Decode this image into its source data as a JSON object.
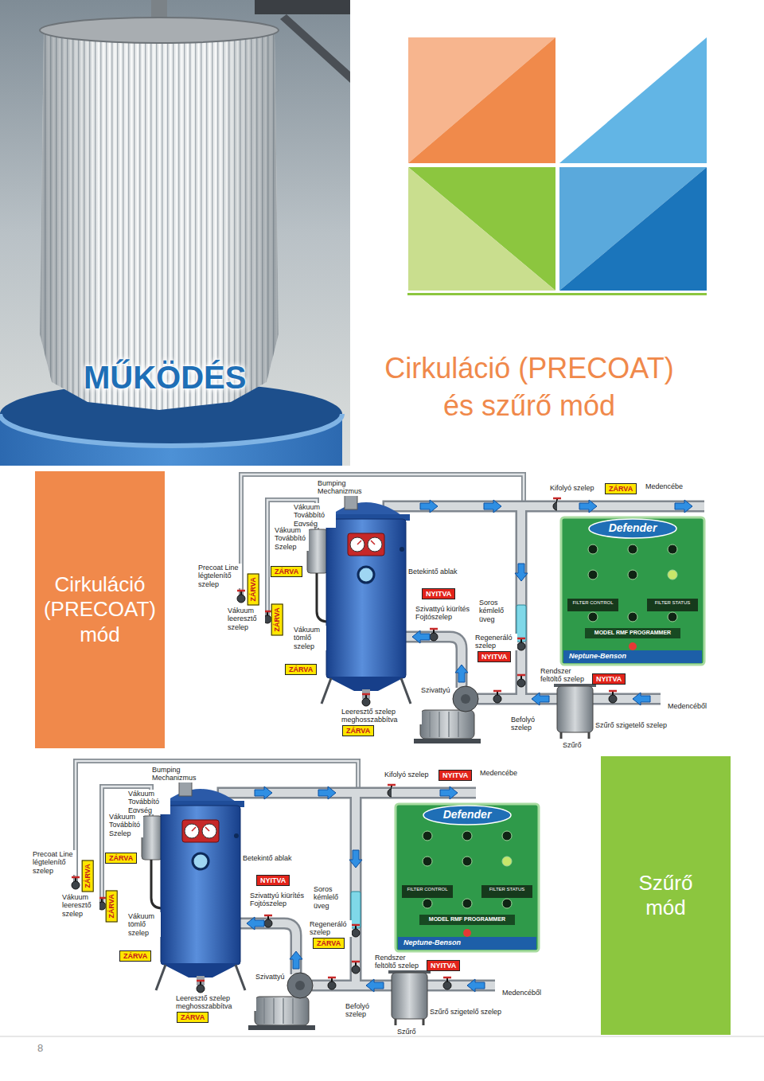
{
  "diagram": {
    "title": "MŰKÖDÉS",
    "nodes": [
      {
        "text": [
          "Cirkuláció (PRECOAT) mód"
        ]
      },
      {
        "text": [
          "ZÁRVA"
        ]
      },
      {
        "text": [
          "ZÁRVA"
        ]
      },
      {
        "text": [
          "ZÁRVA"
        ]
      },
      {
        "text": [
          "ZÁRVA"
        ]
      },
      {
        "text": [
          "NYITVA"
        ]
      },
      {
        "text": [
          "NYITVA"
        ]
      },
      {
        "text": [
          "ZÁRVA"
        ]
      },
      {
        "text": [
          "NYITVA"
        ]
      },
      {
        "text": [
          "ZÁRVA"
        ]
      },
      {
        "text": [
          "Defender",
          "FILTER CONTROL",
          "FILTER STATUS",
          "MODEL RMF PROGRAMMER",
          "Neptune-Benson"
        ]
      },
      {
        "text": [
          "NYITVA"
        ]
      },
      {
        "text": [
          "ZÁRVA"
        ]
      },
      {
        "text": [
          "ZÁRVA"
        ]
      },
      {
        "text": [
          "ZÁRVA"
        ]
      },
      {
        "text": [
          "NYITVA"
        ]
      },
      {
        "text": [
          "ZÁRVA"
        ]
      },
      {
        "text": [
          "ZÁRVA"
        ]
      },
      {
        "text": [
          "NYITVA"
        ]
      },
      {
        "text": [
          "ZÁRVA"
        ]
      },
      {
        "text": [
          "Defender",
          "FILTER CONTROL",
          "FILTER STATUS",
          "MODEL RMF PROGRAMMER",
          "Neptune-Benson"
        ]
      },
      {
        "text": [
          "Szűrő mód"
        ]
      }
    ],
    "labels": [
      "Cirkuláció (PRECOAT) és szűrő mód",
      "Bumping Mechanizmus",
      "Vákuum Továbbító Egység",
      "Vákuum Továbbító Szelep",
      "Precoat Line légtelenítő szelep",
      "Vákuum leeresztő szelep",
      "Vákuum tömlő szelep",
      "Betekintő ablak",
      "Szivattyú kiürítés Fojtószelep",
      "Soros kémlelő üveg",
      "Regeneráló szelep",
      "Kifolyó szelep",
      "Medencébe",
      "Rendszer feltöltő szelep",
      "Szivattyú",
      "Leeresztő szelep meghosszabbítva",
      "Befolyó szelep",
      "Szűrő szigetelő szelep",
      "Medencéből",
      "Szűrő",
      "Bumping Mechanizmus",
      "Vákuum Továbbító Egység",
      "Vákuum Továbbító Szelep",
      "Precoat Line légtelenítő szelep",
      "Vákuum leeresztő szelep",
      "Vákuum tömlő szelep",
      "Betekintő ablak",
      "Szivattyú kiürítés Fojtószelep",
      "Soros kémlelő üveg",
      "Regeneráló szelep",
      "Kifolyó szelep",
      "Medencébe",
      "Rendszer feltöltő szelep",
      "Szivattyú",
      "Leeresztő szelep meghosszabbítva",
      "Befolyó szelep",
      "Szűrő szigetelő szelep",
      "Medencéből",
      "Szűrő",
      "8"
    ]
  }
}
